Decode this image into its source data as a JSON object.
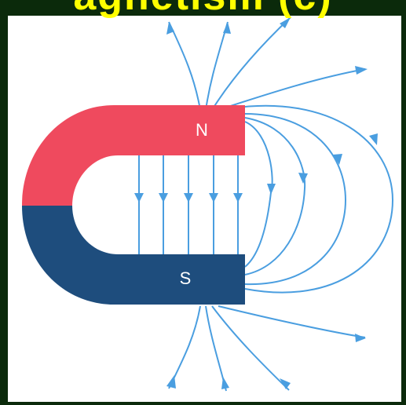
{
  "banner": {
    "text": "agnetism (c)"
  },
  "magnet": {
    "north_label": "N",
    "south_label": "S",
    "north_color": "#ef4a5e",
    "south_color": "#1e4d7d"
  },
  "field_line_color": "#4a9ee0",
  "background_color": "#0b2a0b",
  "banner_color": "#ffff00"
}
